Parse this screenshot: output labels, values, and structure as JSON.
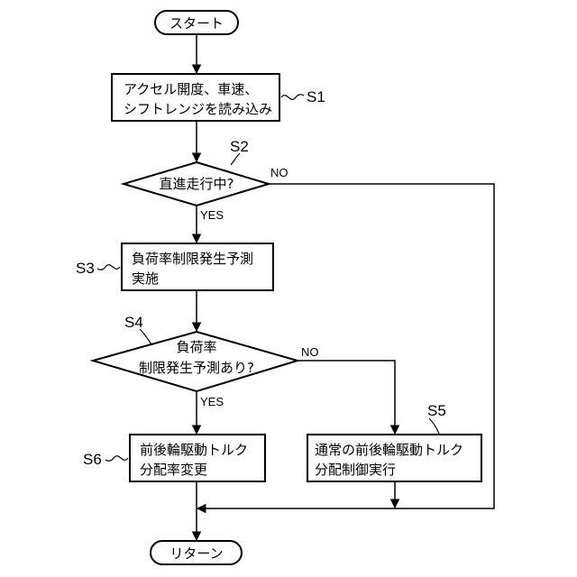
{
  "nodes": {
    "start": {
      "text": "スタート"
    },
    "s1": {
      "line1": "アクセル開度、車速、",
      "line2": "シフトレンジを読み込み",
      "step": "S1"
    },
    "s2": {
      "text": "直進走行中?",
      "step": "S2"
    },
    "s3": {
      "line1": "負荷率制限発生予測",
      "line2": "実施",
      "step": "S3"
    },
    "s4": {
      "line1": "負荷率",
      "line2": "制限発生予測あり?",
      "step": "S4"
    },
    "s5": {
      "line1": "通常の前後輪駆動トルク",
      "line2": "分配制御実行",
      "step": "S5"
    },
    "s6": {
      "line1": "前後輪駆動トルク",
      "line2": "分配率変更",
      "step": "S6"
    },
    "end": {
      "text": "リターン"
    }
  },
  "labels": {
    "s2_no": "NO",
    "s2_yes": "YES",
    "s4_no": "NO",
    "s4_yes": "YES"
  }
}
